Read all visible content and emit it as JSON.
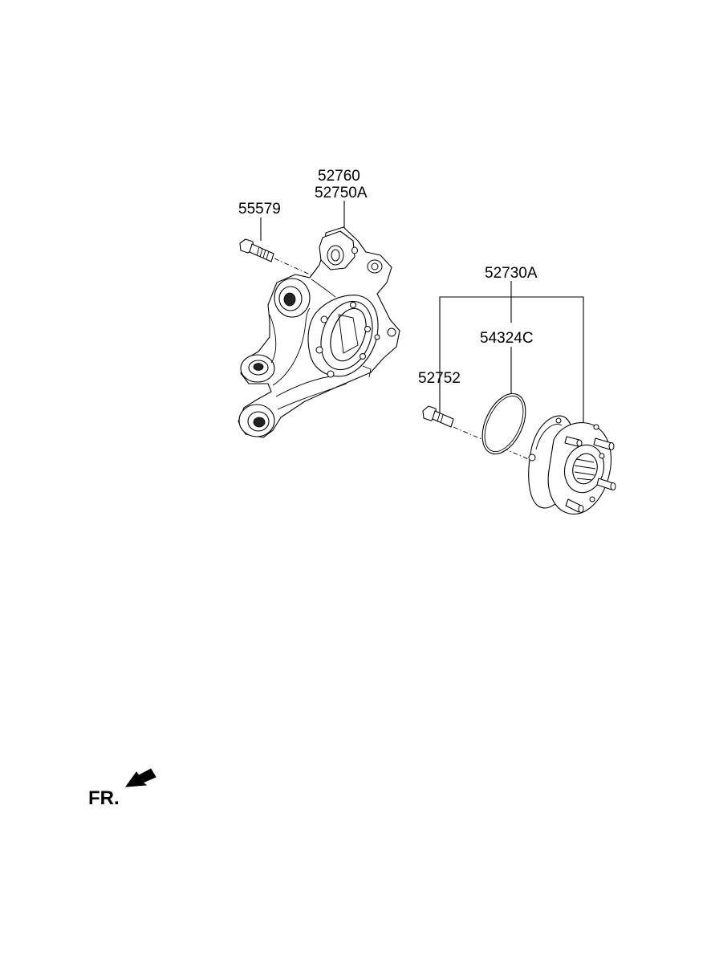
{
  "callouts": {
    "knuckle_1": "52760",
    "knuckle_2": "52750A",
    "bolt": "55579",
    "hub_assy": "52730A",
    "oring": "54324C",
    "hub_bolt": "52752"
  },
  "direction": {
    "label": "FR.",
    "arrow_icon": "front-direction-arrow-icon"
  }
}
